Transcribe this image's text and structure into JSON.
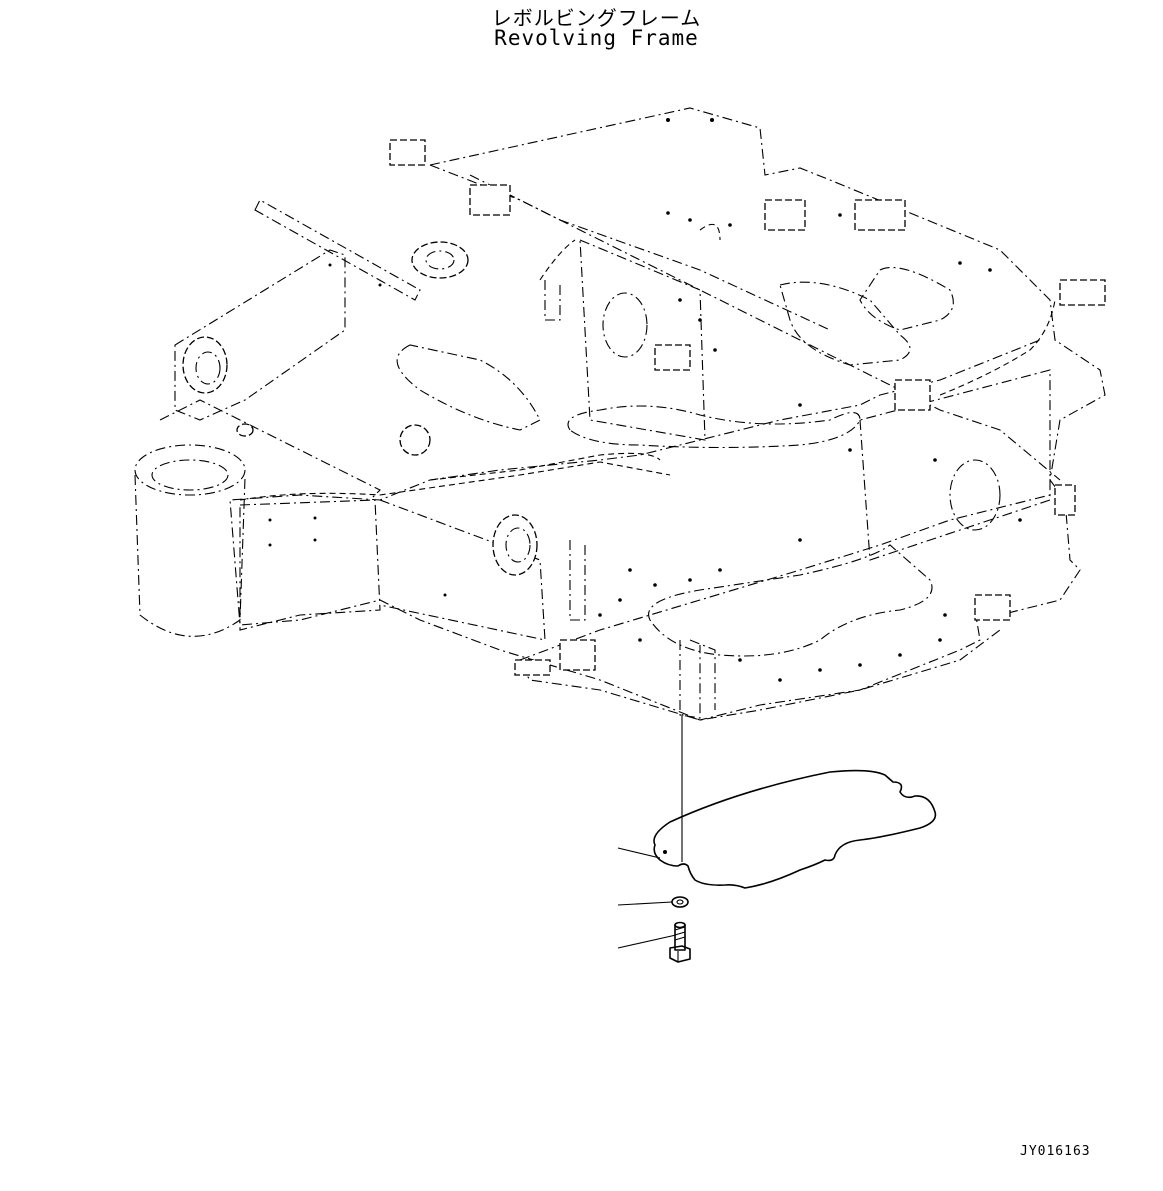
{
  "title": {
    "japanese": "レボルビングフレーム",
    "english": "Revolving Frame"
  },
  "drawing_id": "JY016163",
  "parts": [
    {
      "name": "cover-plate"
    },
    {
      "name": "washer"
    },
    {
      "name": "bolt"
    }
  ]
}
